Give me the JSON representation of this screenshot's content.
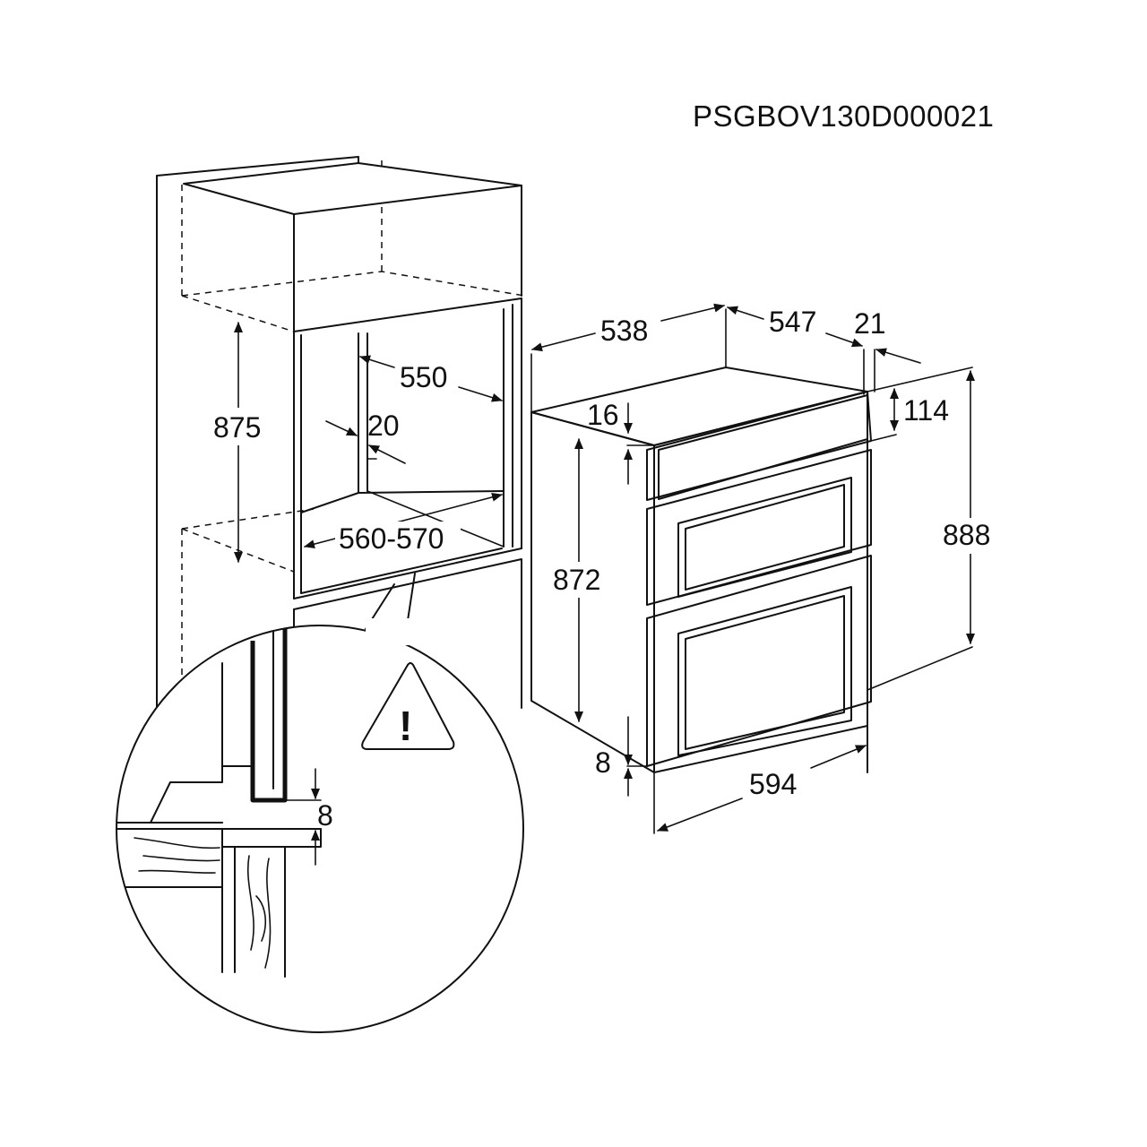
{
  "document_code": "PSGBOV130D000021",
  "cabinet_dims": {
    "height": "875",
    "depth": "550",
    "gap": "20",
    "width": "560-570"
  },
  "oven_dims": {
    "depth_body": "538",
    "depth_total": "547",
    "front_thickness": "21",
    "top_offset": "16",
    "panel_height": "114",
    "body_height": "872",
    "total_height": "888",
    "bottom_offset": "8",
    "width": "594"
  },
  "detail": {
    "clearance": "8",
    "warning": "!"
  }
}
